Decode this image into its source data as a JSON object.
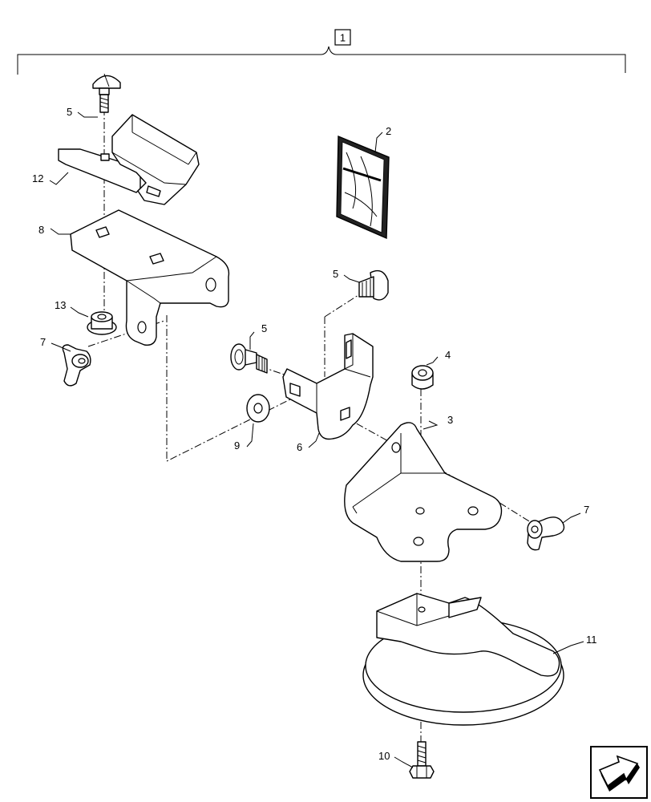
{
  "assembly_label": "1",
  "callouts": {
    "c1": "5",
    "c2": "12",
    "c3": "8",
    "c4": "13",
    "c5": "7",
    "c6": "2",
    "c7": "5",
    "c8": "5",
    "c9": "4",
    "c10": "9",
    "c11": "6",
    "c12": "3",
    "c13": "7",
    "c14": "11",
    "c15": "10"
  },
  "icons": {
    "nav": "arrow-icon"
  }
}
